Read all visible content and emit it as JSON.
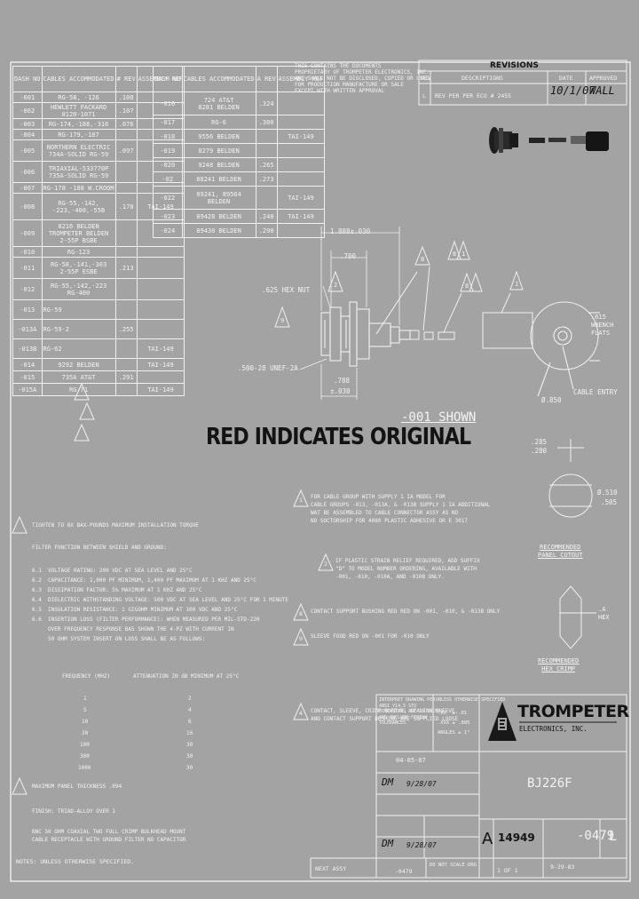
{
  "cable_table_left": {
    "headers": [
      "DASH NO",
      "CABLES ACCOMMODATED",
      "# REV",
      "ASSEMBLY REF"
    ],
    "rows": [
      {
        "dash": "-001",
        "cables": "RG-58, -126",
        "rev": ".108",
        "ref": ""
      },
      {
        "dash": "-002",
        "cables": "HEWLETT PACKARD\n8120-1071",
        "rev": ".107",
        "ref": ""
      },
      {
        "dash": "-003",
        "cables": "RG-174,-188,-316",
        "rev": ".076",
        "ref": ""
      },
      {
        "dash": "-004",
        "cables": "RG-179,-187",
        "rev": "",
        "ref": ""
      },
      {
        "dash": "-005",
        "cables": "NORTHERN ELECTRIC\n734A-SOLID RG-59",
        "rev": ".097",
        "ref": ""
      },
      {
        "dash": "-006",
        "cables": "TRIAXIAL-533770P\n735A-SOLID RG-59",
        "rev": "",
        "ref": ""
      },
      {
        "dash": "-007",
        "cables": "RG-178 -188 W.CROOM",
        "rev": "",
        "ref": ""
      },
      {
        "dash": "-008",
        "cables": "RG-55,-142,\n-223,-400,-55B",
        "rev": ".178",
        "ref": "TAI-149"
      },
      {
        "dash": "-009",
        "cables": "8216 BELDEN\nTROMPETER BELDEN\n2-55P BSBE",
        "rev": "",
        "ref": ""
      },
      {
        "dash": "-010",
        "cables": "RG-123",
        "rev": "",
        "ref": ""
      },
      {
        "dash": "-011",
        "cables": "RG-58,-141,-303\n2-55P ESBE",
        "rev": ".213",
        "ref": ""
      },
      {
        "dash": "-012",
        "cables": "RG-55,-142,-223\nRG-400",
        "rev": "",
        "ref": ""
      },
      {
        "dash": "-013",
        "cables": "RG-59",
        "rev": "",
        "ref": ""
      },
      {
        "dash": "-013A",
        "cables": "RG-59-2",
        "rev": ".255",
        "ref": ""
      },
      {
        "dash": "-013B",
        "cables": "RG-62",
        "rev": "",
        "ref": "TAI-149"
      },
      {
        "dash": "-014",
        "cables": "9292 BELDEN",
        "rev": "",
        "ref": "TAI-149"
      },
      {
        "dash": "-015",
        "cables": "735A AT&T",
        "rev": ".291",
        "ref": ""
      },
      {
        "dash": "-015A",
        "cables": "RG-71",
        "rev": "",
        "ref": "TAI-149"
      }
    ]
  },
  "cable_table_right": {
    "headers": [
      "DASH NO",
      "CABLES ACCOMMODATED",
      "A REV",
      "ASSEMBLY REF"
    ],
    "rows": [
      {
        "dash": "-016",
        "cables": "724 AT&T\n8281 BELDEN",
        "rev": ".324",
        "ref": ""
      },
      {
        "dash": "-017",
        "cables": "RG-6",
        "rev": ".300",
        "ref": ""
      },
      {
        "dash": "-018",
        "cables": "9556 BELDEN",
        "rev": "",
        "ref": "TAI-149"
      },
      {
        "dash": "-019",
        "cables": "8279 BELDEN",
        "rev": "",
        "ref": ""
      },
      {
        "dash": "-020",
        "cables": "9248 BELDEN",
        "rev": ".265",
        "ref": ""
      },
      {
        "dash": "-02",
        "cables": "88241 BELDEN",
        "rev": ".273",
        "ref": ""
      },
      {
        "dash": "-022",
        "cables": "89241, 89564\nBELDEN",
        "rev": "",
        "ref": "TAI-149"
      },
      {
        "dash": "-023",
        "cables": "89428 BELDEN",
        "rev": ".240",
        "ref": "TAI-149"
      },
      {
        "dash": "-024",
        "cables": "89430 BELDEN",
        "rev": ".290",
        "ref": ""
      }
    ]
  },
  "proprietary_note": "THIS CONTAINS THE DOCUMENTS\nPROPRIETARY OF TROMPETER ELECTRONICS, INC.\nAND SHALL NOT BE DISCLOSED, COPIED OR USED\nFOR PRODUCTION MANUFACTURE OR SALE\nEXCEPT WITH WRITTEN APPROVAL",
  "revisions": {
    "title": "REVISIONS",
    "headers": [
      "REV",
      "DESCRIPTIONS",
      "DATE",
      "APPROVED"
    ],
    "rows": [
      {
        "rev": "L",
        "desc": "REV PER PER ECO # 2455",
        "date": "10/1/07",
        "approved": "WALL"
      }
    ]
  },
  "dimensions": {
    "overall_length": "1.888±.030",
    "length_2": ".700",
    "hex_nut": ".625 HEX NUT",
    "thread": ".500-28 UNEF-2A",
    "len_788": ".788",
    "len_030": "±.030",
    "wrench_flats": ".615 WRENCH FLATS",
    "cable_entry": "CABLE ENTRY",
    "dia_850": "Ø.850",
    "flag_numbers": [
      "2",
      "9",
      "8",
      "8",
      "1",
      "8",
      "1"
    ]
  },
  "red_note": "RED INDICATES ORIGINAL",
  "shown_note": "-001 SHOWN",
  "panel_cutout": {
    "dim_a": ".285",
    "dim_b": ".280",
    "dim_c": "Ø.510",
    "dim_d": ".505",
    "label": "RECOMMENDED\nPANEL CUTOUT"
  },
  "hex_crimp": {
    "dim": ".A\nHEX",
    "label": "RECOMMENDED\nHEX CRIMP"
  },
  "notes_right": [
    {
      "flag": "1",
      "text": "FOR CABLE GROUP WITH SUPPLY 1 IA MODEL FOR\nCABLE GROUPS -013, -013A, & -013B SUPPLY 1 IA ADDITIONAL\nWAT BE ASSEMBLED TO CABLE CONNECTOR ASSY AS NO\nNO SOCTORSHIP FOR 4080 PLASTIC ADHESIVE OR E 3017"
    },
    {
      "flag": "2",
      "text": "IF PLASTIC STRAIN RELIEF REQUIRED, ADD SUFFIX\n\"D\" TO MODEL NUMBER ORDERING, AVAILABLE WITH\n-001, -010, -010A, AND -010B ONLY."
    },
    {
      "flag": "8",
      "text": "CONTACT SUPPORT BUSHING RED RED ON -001, -010, & -013B ONLY"
    },
    {
      "flag": "9",
      "text": "SLEEVE FOOD RED ON -001 FOR -010 ONLY"
    },
    {
      "flag": "4",
      "text": "CONTACT, SLEEVE, CRIMP SLEEVE, SEALING SLEEVE,\nAND CONTACT SUPPORT BUSHING ARE SUPPLIED LOOSE"
    }
  ],
  "notes_left": {
    "note7": "TIGHTEN TO 8X BAX-POUNDS MAXIMUM INSTALLATION TORQUE",
    "note6_title": "FILTER FUNCTION BETWEEN SHIELD AND GROUND:",
    "note6_items": [
      "6.1  VOLTAGE RATING: 200 VDC AT SEA LEVEL AND 25°C",
      "6.2  CAPACITANCE: 1,000 PF MINIMUM, 1,400 PF MAXIMUM AT 1 KHZ AND 25°C",
      "6.3  DISSIPATION FACTOR: 5% MAXIMUM AT 1 KHZ AND 25°C",
      "6.4  DIELECTRIC WITHSTANDING VOLTAGE: 500 VDC AT SEA LEVEL AND 25°C FOR 1 MINUTE",
      "6.5  INSULATION RESISTANCE: 1 GIGOHM MINIMUM AT 100 VDC AND 25°C",
      "6.6  INSERTION LOSS (FILTER PERFORMANCE): WHEN MEASURED PER MIL-STD-220",
      "     OVER FREQUENCY RESPONSE BAS SHOWN THE 4-PZ WITH CURRENT IN",
      "     50 OHM SYSTEM INSERT ON LOSS SHALL BE AS FOLLOWS:"
    ],
    "attenuation_table": {
      "headers": [
        "FREQUENCY (MHZ)",
        "ATTENUATION IN dB MINIMUM AT 25°C"
      ],
      "rows": [
        [
          "1",
          "2"
        ],
        [
          "5",
          "4"
        ],
        [
          "10",
          "6"
        ],
        [
          "30",
          "16"
        ],
        [
          "100",
          "30"
        ],
        [
          "300",
          "30"
        ],
        [
          "1000",
          "30"
        ]
      ]
    },
    "note3": "MAXIMUM PANEL THICKNESS .094",
    "note2": "FINISH: TRIAD-ALLOY OVER 1",
    "note1": "BNC 50 OHM COAXIAL TWO FULL CRIMP BULKHEAD MOUNT\nCABLE RECEPTACLE WITH GROUND FILTER NO CAPACITOR",
    "notes_footer": "NOTES: UNLESS OTHERWISE SPECIFIED."
  },
  "title_block": {
    "tolerance_note": "INTERPRET DRAWING PER\nANSI Y14.5 STD\nDIMENSIONS ARE IN INCHES\nAND INCLUDE FINISH\nTOLERANCES",
    "tol_header": "UNLESS OTHERWISE SPECIFIED",
    "tol_rows": [
      ".XX  ± .01",
      ".XXX ± .005",
      "ANGLES ± 1°"
    ],
    "company": "TROMPETER",
    "company_sub": "ELECTRONICS, INC.",
    "drawn_date": "04-05-07",
    "checked_sig": "DM",
    "checked_date": "9/28/07",
    "approved_sig": "DM",
    "approved_date": "9/28/07",
    "title": "BJ226F",
    "size": "A",
    "code": "14949",
    "drawing_no": "-0479",
    "rev": "L",
    "next_assy": "NEXT ASSY",
    "used_on": "-0479",
    "scale": "DO NOT SCALE DRG",
    "sheet": "1 OF 1",
    "date_issue": "9-29-83"
  }
}
